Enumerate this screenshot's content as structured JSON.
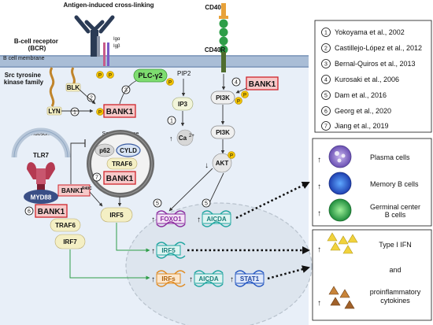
{
  "diagram": {
    "top_labels": {
      "antigen": "Antigen-induced cross-linking",
      "bcr": "B-cell receptor (BCR)",
      "iga": "Igα",
      "igb": "Igβ",
      "membrane": "B cell membrane",
      "src": "Src tyrosine kinase family",
      "cd40l": "CD40L",
      "cd40r": "CD40R"
    },
    "molecules": {
      "blk": "BLK",
      "lyn": "LYN",
      "bank1": "BANK1",
      "plc": "PLC-γ2",
      "pip2": "PIP2",
      "ip3": "IP3",
      "ca": "Ca",
      "ca_sup": "2+",
      "pi3k": "PI3K",
      "akt": "AKT",
      "p": "P",
      "endosome": "Endosome",
      "tlr7": "TLR7",
      "myd88": "MYD88",
      "traf6": "TRAF6",
      "irf7": "IRF7",
      "irf5": "IRF5",
      "sequestosome": "Sequestosome",
      "p62": "p62",
      "cyld": "CYLD",
      "bank1_variant": "BANK1",
      "bank1_variant_sup": "R40C"
    },
    "nucleus": {
      "foxo1": "FOXO1",
      "aicda": "AICDA",
      "irf5": "IRF5",
      "irfs": "IRFs",
      "stat1": "STAT1"
    },
    "steps": [
      "1",
      "2",
      "3",
      "4",
      "5",
      "6",
      "7"
    ],
    "references": [
      {
        "num": "1",
        "text": "Yokoyama et al., 2002"
      },
      {
        "num": "2",
        "text": "Castillejo-López et al., 2012"
      },
      {
        "num": "3",
        "text": "Bernal-Quiros et al., 2013"
      },
      {
        "num": "4",
        "text": "Kurosaki et al., 2006"
      },
      {
        "num": "5",
        "text": "Dam et al., 2016"
      },
      {
        "num": "6",
        "text": "Georg et al., 2020"
      },
      {
        "num": "7",
        "text": "Jiang et al., 2019"
      }
    ],
    "outcomes": {
      "plasma": "Plasma cells",
      "memory": "Memory B cells",
      "germinal_1": "Germinal center",
      "germinal_2": "B cells",
      "ifn": "Type I IFN",
      "and": "and",
      "pro_1": "proinflammatory",
      "pro_2": "cytokines"
    },
    "colors": {
      "cell_bg": "#e8eff8",
      "membrane": "#9db3cf",
      "bank1_fill": "#f6c9c9",
      "bank1_border": "#d0242a",
      "mol_fill": "#f4efc4",
      "plc_fill": "#7edc70",
      "phospho": "#f2c200",
      "pi3k_fill": "#f0f0f0",
      "green_arrow": "#2e9e48",
      "cd40_green": "#2e9e48",
      "cd40l_orange": "#e8a23a",
      "foxo_purple": "#8b2b9f",
      "aicda_teal": "#1fa6a0",
      "irf_orange": "#e08a20",
      "stat_blue": "#2356c2"
    }
  }
}
